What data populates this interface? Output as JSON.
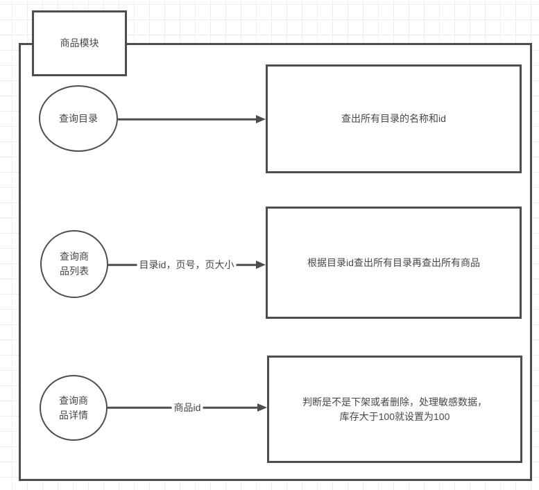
{
  "theme": {
    "stroke": "#4d4d4d",
    "text": "#474747",
    "grid": "#ededed",
    "fill": "#ffffff"
  },
  "title_box": {
    "label": "商品模块"
  },
  "flows": [
    {
      "circle_label": "查询目录",
      "arrow_label": "",
      "box_text": "查出所有目录的名称和id"
    },
    {
      "circle_label": "查询商\n品列表",
      "arrow_label": "目录id，页号，页大小",
      "box_text": "根据目录id查出所有目录再查出所有商品"
    },
    {
      "circle_label": "查询商\n品详情",
      "arrow_label": "商品id",
      "box_text": "判断是不是下架或者删除，处理敏感数据，\n库存大于100就设置为100"
    }
  ]
}
